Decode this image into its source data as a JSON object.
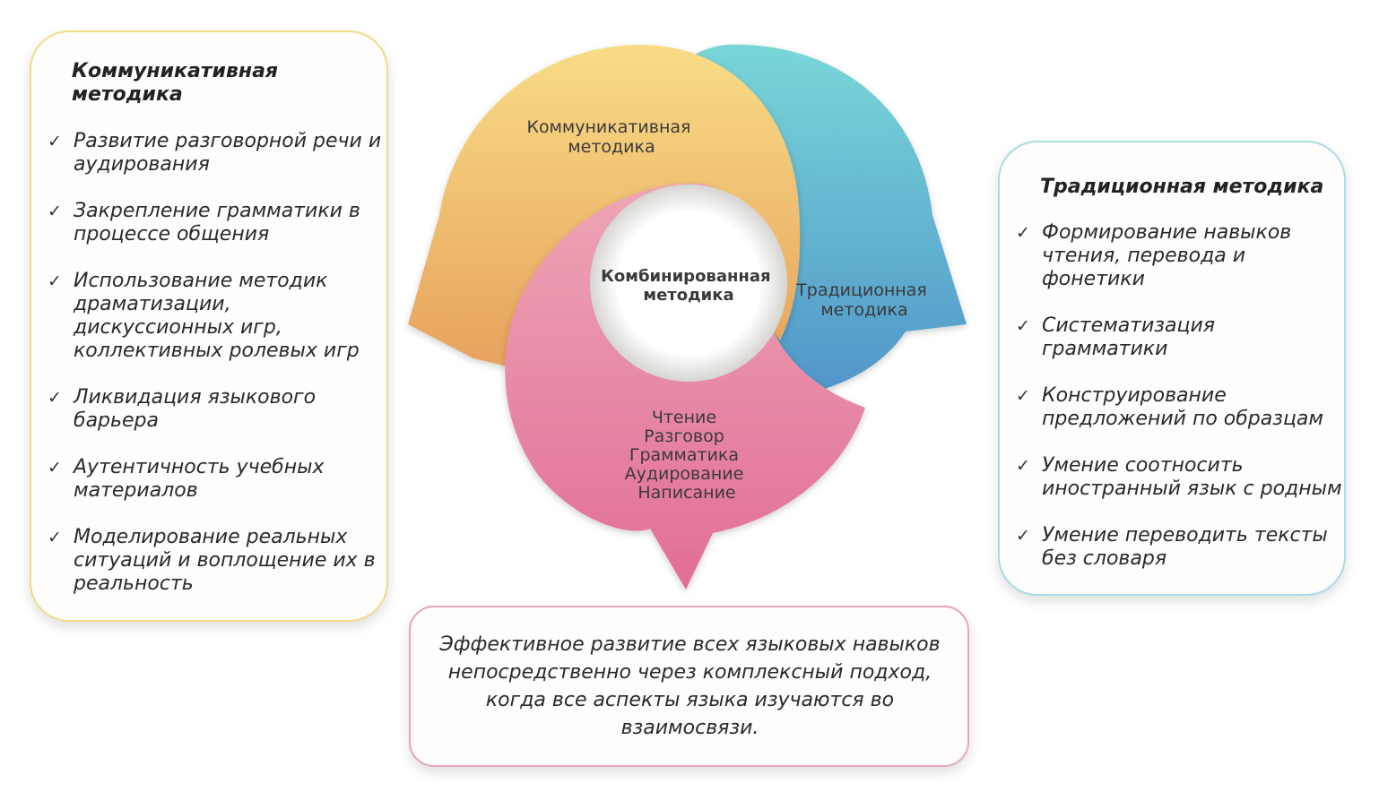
{
  "left_card": {
    "title": "Коммуникативная методика",
    "items": [
      "Развитие разговорной речи и аудирования",
      "Закрепление грамматики в процессе общения",
      "Использование методик драматизации, дискуссионных игр, коллективных ролевых игр",
      "Ликвидация языкового барьера",
      "Аутентичность учебных материалов",
      "Моделирование реальных ситуаций и воплощение их в реальность"
    ]
  },
  "right_card": {
    "title": "Традиционная методика",
    "items": [
      "Формирование навыков чтения, перевода и фонетики",
      "Систематизация грамматики",
      "Конструирование предложений по образцам",
      "Умение соотносить иностранный язык с родным",
      "Умение переводить тексты без словаря"
    ]
  },
  "bottom_card": {
    "text": "Эффективное развитие всех языковых навыков непосредственно через комплексный подход, когда все аспекты языка изучаются во взаимосвязи."
  },
  "diagram": {
    "yellow_label": [
      "Коммуникативная",
      "методика"
    ],
    "blue_label": [
      "Традиционная",
      "методика"
    ],
    "center_label": [
      "Комбинированная",
      "методика"
    ],
    "pink_label": [
      "Чтение",
      "Разговор",
      "Грамматика",
      "Аудирование",
      "Написание"
    ],
    "colors": {
      "yellow": "#f1c667",
      "blue": "#6ec5d4",
      "pink": "#e98aa7",
      "yellow_border": "#f1db88",
      "blue_border": "#a6dde4",
      "pink_border": "#e4a6b9"
    }
  },
  "icons": {
    "check": "✓"
  }
}
